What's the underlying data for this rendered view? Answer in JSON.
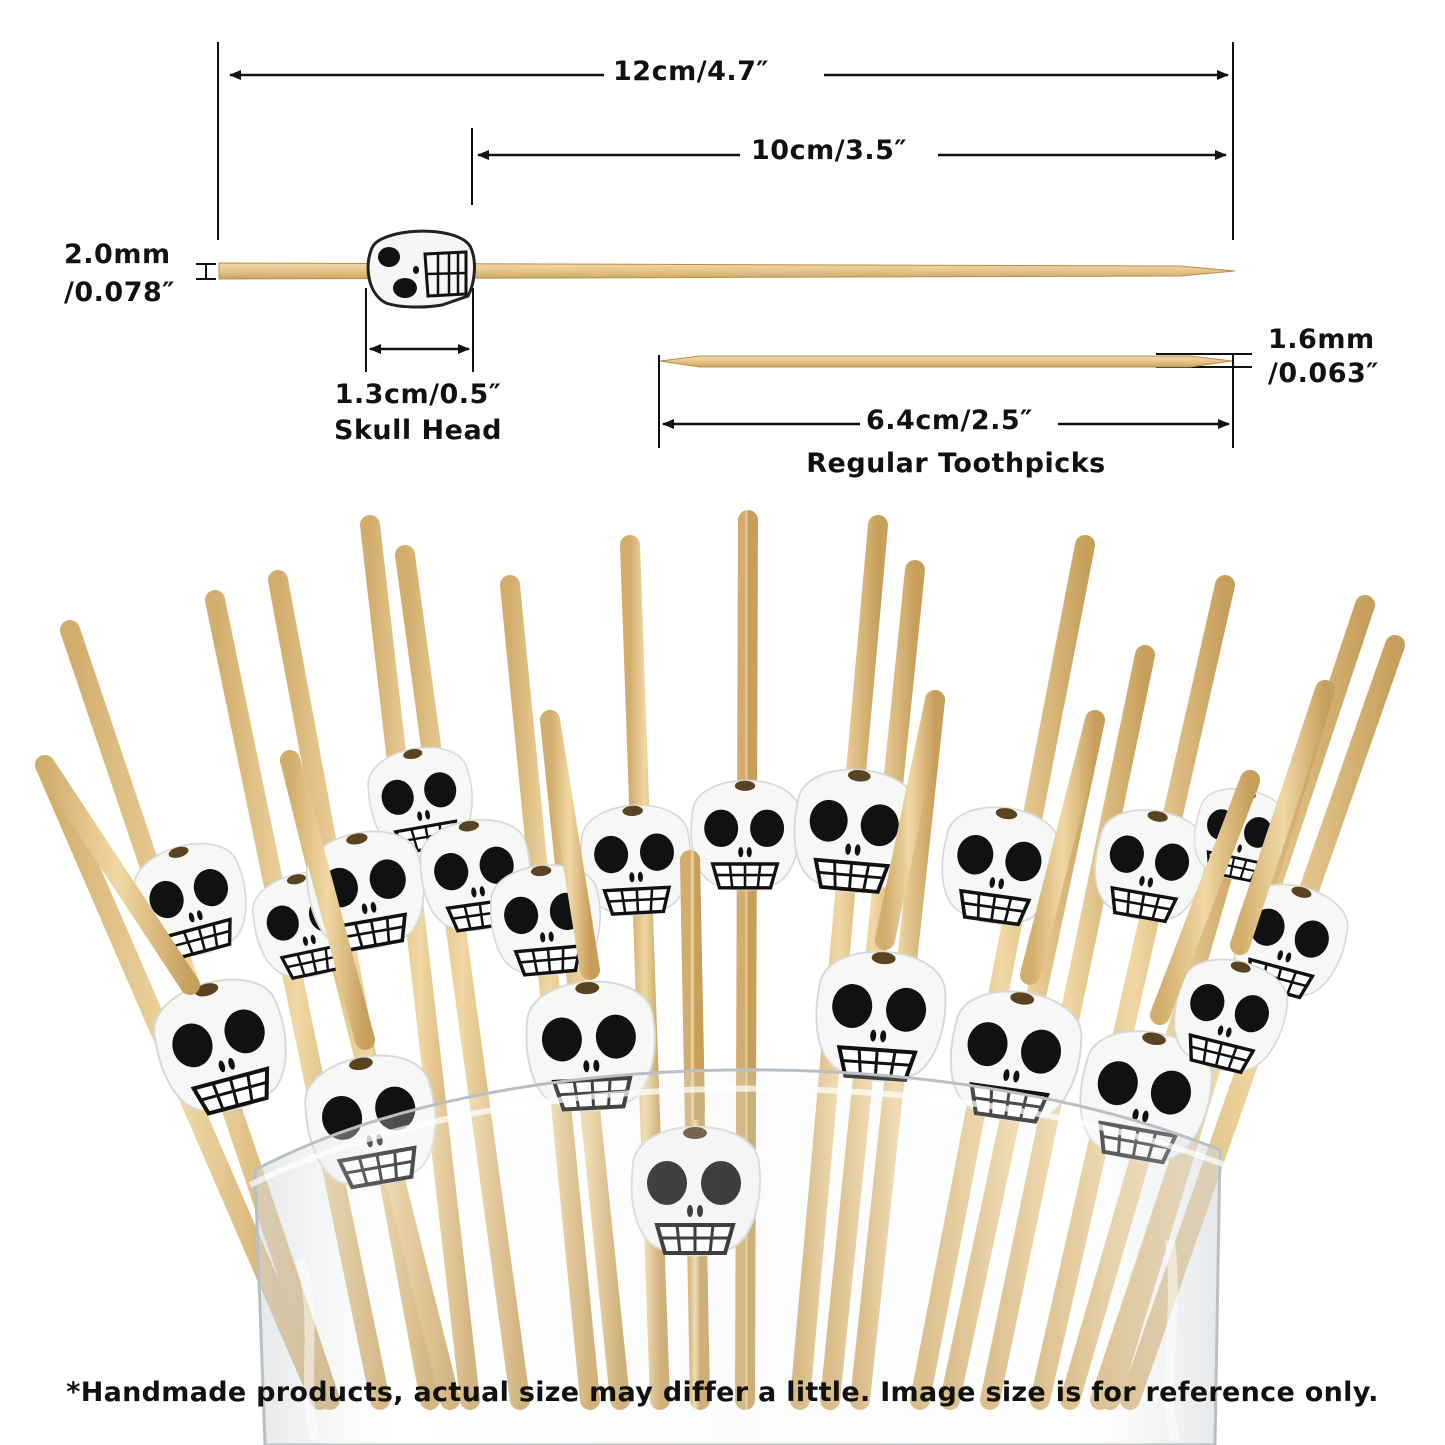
{
  "dimensions": {
    "total_length": "12cm/4.7″",
    "pick_length": "10cm/3.5″",
    "stick_diameter_line1": "2.0mm",
    "stick_diameter_line2": "/0.078″",
    "skull_width": "1.3cm/0.5″",
    "skull_caption": "Skull Head",
    "toothpick_diameter_line1": "1.6mm",
    "toothpick_diameter_line2": "/0.063″",
    "toothpick_length": "6.4cm/2.5″",
    "toothpick_caption": "Regular Toothpicks"
  },
  "footnote": "*Handmade products, actual size may differ a little. Image size is for reference only.",
  "colors": {
    "bamboo": "#e8c98f",
    "bamboo_dark": "#c9a461",
    "skull": "#f6f6f4",
    "ink": "#111111",
    "glass": "#dfe3e6"
  }
}
